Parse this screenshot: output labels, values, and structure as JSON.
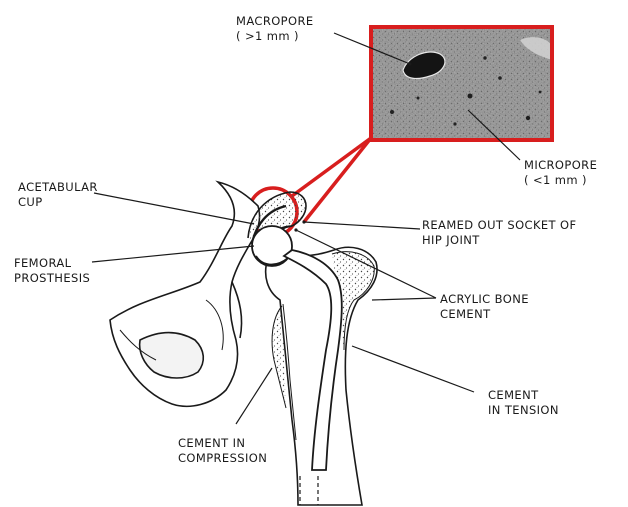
{
  "labels": {
    "macropore": {
      "line1": "MACROPORE",
      "line2": "( >1 mm )"
    },
    "micropore": {
      "line1": "MICROPORE",
      "line2": "( <1 mm )"
    },
    "acetabular_cup": {
      "line1": "ACETABULAR",
      "line2": "CUP"
    },
    "reamed_socket": {
      "line1": "REAMED OUT SOCKET OF",
      "line2": "HIP JOINT"
    },
    "femoral_prosthesis": {
      "line1": "FEMORAL",
      "line2": "PROSTHESIS"
    },
    "acrylic_cement": {
      "line1": "ACRYLIC BONE",
      "line2": "CEMENT"
    },
    "cement_tension": {
      "line1": "CEMENT",
      "line2": "IN TENSION"
    },
    "cement_compression": {
      "line1": "CEMENT IN",
      "line2": "COMPRESSION"
    }
  },
  "colors": {
    "highlight": "#d81e1e",
    "ink": "#1a1a1a",
    "micrograph": "#8a8a8a"
  }
}
